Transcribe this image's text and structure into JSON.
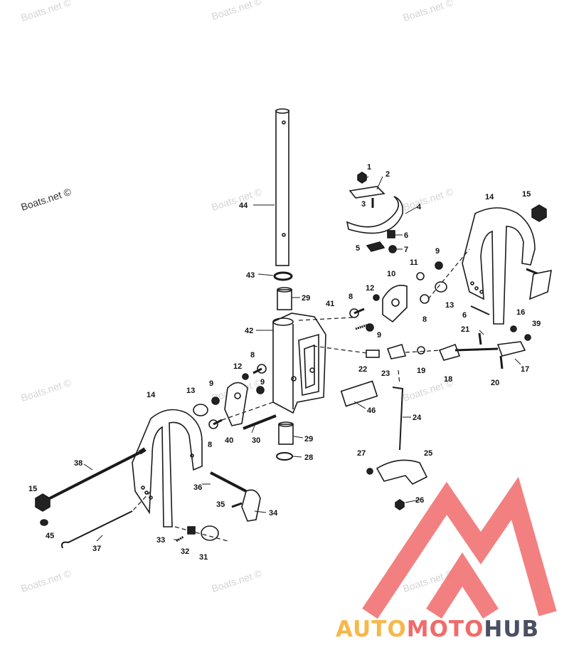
{
  "watermarks": [
    "Boats.net ©",
    "Boats.net ©",
    "Boats.net ©",
    "Boats.net ©",
    "Boats.net ©",
    "Boats.net ©",
    "Boats.net ©",
    "Boats.net ©",
    "Boats.net ©",
    "Boats.net ©",
    "Boats.net ©",
    "Boats.net ©"
  ],
  "parts": [
    {
      "id": "p1",
      "label": "1"
    },
    {
      "id": "p2",
      "label": "2"
    },
    {
      "id": "p3",
      "label": "3"
    },
    {
      "id": "p4",
      "label": "4"
    },
    {
      "id": "p5",
      "label": "5"
    },
    {
      "id": "p6",
      "label": "6"
    },
    {
      "id": "p7",
      "label": "7"
    },
    {
      "id": "p8a",
      "label": "8"
    },
    {
      "id": "p8b",
      "label": "8"
    },
    {
      "id": "p8c",
      "label": "8"
    },
    {
      "id": "p8d",
      "label": "8"
    },
    {
      "id": "p9a",
      "label": "9"
    },
    {
      "id": "p9b",
      "label": "9"
    },
    {
      "id": "p9c",
      "label": "9"
    },
    {
      "id": "p9d",
      "label": "9"
    },
    {
      "id": "p10",
      "label": "10"
    },
    {
      "id": "p11",
      "label": "11"
    },
    {
      "id": "p12a",
      "label": "12"
    },
    {
      "id": "p12b",
      "label": "12"
    },
    {
      "id": "p13a",
      "label": "13"
    },
    {
      "id": "p13b",
      "label": "13"
    },
    {
      "id": "p14a",
      "label": "14"
    },
    {
      "id": "p14b",
      "label": "14"
    },
    {
      "id": "p15a",
      "label": "15"
    },
    {
      "id": "p15b",
      "label": "15"
    },
    {
      "id": "p6b",
      "label": "6"
    },
    {
      "id": "p16",
      "label": "16"
    },
    {
      "id": "p39",
      "label": "39"
    },
    {
      "id": "p17",
      "label": "17"
    },
    {
      "id": "p18",
      "label": "18"
    },
    {
      "id": "p19",
      "label": "19"
    },
    {
      "id": "p20",
      "label": "20"
    },
    {
      "id": "p21",
      "label": "21"
    },
    {
      "id": "p22",
      "label": "22"
    },
    {
      "id": "p23",
      "label": "23"
    },
    {
      "id": "p24",
      "label": "24"
    },
    {
      "id": "p25",
      "label": "25"
    },
    {
      "id": "p26",
      "label": "26"
    },
    {
      "id": "p27",
      "label": "27"
    },
    {
      "id": "p28",
      "label": "28"
    },
    {
      "id": "p29a",
      "label": "29"
    },
    {
      "id": "p29b",
      "label": "29"
    },
    {
      "id": "p30",
      "label": "30"
    },
    {
      "id": "p31",
      "label": "31"
    },
    {
      "id": "p32",
      "label": "32"
    },
    {
      "id": "p33",
      "label": "33"
    },
    {
      "id": "p34",
      "label": "34"
    },
    {
      "id": "p35",
      "label": "35"
    },
    {
      "id": "p36",
      "label": "36"
    },
    {
      "id": "p37",
      "label": "37"
    },
    {
      "id": "p38",
      "label": "38"
    },
    {
      "id": "p40",
      "label": "40"
    },
    {
      "id": "p41",
      "label": "41"
    },
    {
      "id": "p42",
      "label": "42"
    },
    {
      "id": "p43",
      "label": "43"
    },
    {
      "id": "p44",
      "label": "44"
    },
    {
      "id": "p45",
      "label": "45"
    },
    {
      "id": "p46",
      "label": "46"
    }
  ],
  "logo": {
    "word_auto": "AUTO",
    "word_moto": "MOTO",
    "word_hub": "HUB",
    "colors": {
      "auto": "#f7b84a",
      "moto": "#f06b6b",
      "hub": "#4a4f63",
      "mark": "#f26a6a"
    }
  }
}
